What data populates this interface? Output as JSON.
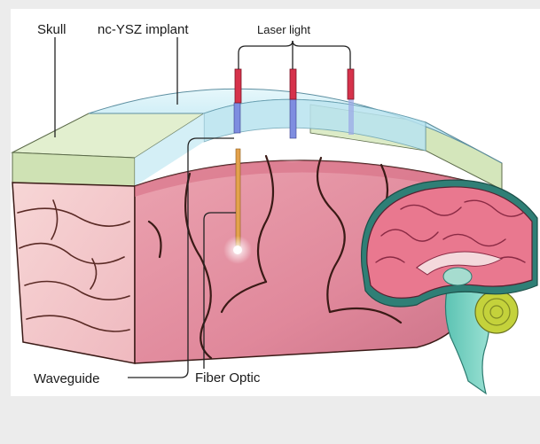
{
  "diagram": {
    "labels": {
      "skull": "Skull",
      "implant": "nc-YSZ implant",
      "laser": "Laser light",
      "waveguide": "Waveguide",
      "fiber": "Fiber Optic"
    },
    "colors": {
      "background": "#ececec",
      "panel": "#ffffff",
      "skull_bone": "#d9e8c4",
      "implant": "#bfe7f1",
      "cortex": "#e58fa0",
      "cortex_cut": "#f3c3c8",
      "sulci": "#3a1a16",
      "laser_red": "#d6324b",
      "waveguide_blue": "#6f7fd8",
      "fiber": "#e3a24c",
      "brainstem": "#7dd3c4",
      "cerebellum": "#c4d23b"
    }
  }
}
